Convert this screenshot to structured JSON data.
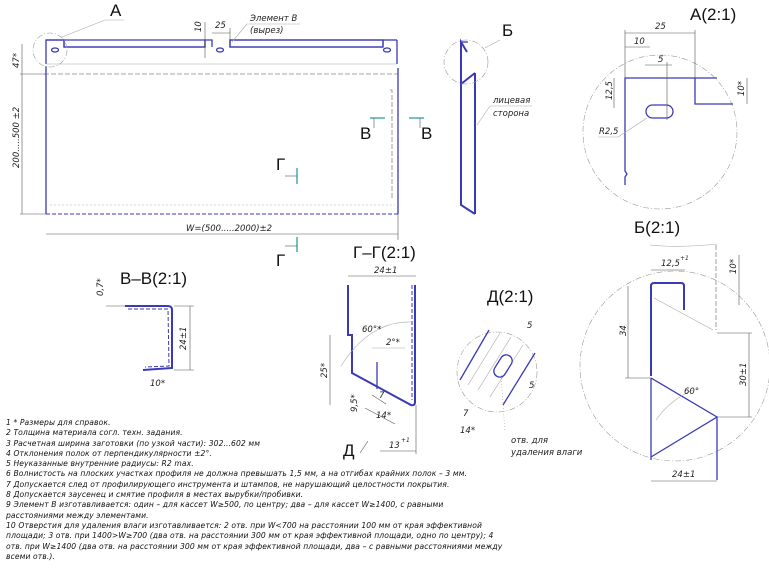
{
  "main_view": {
    "label_a": "А",
    "element_v_line1": "Элемент В",
    "element_v_line2": "(вырез)",
    "dim_10": "10",
    "dim_25": "25",
    "dim_47": "47*",
    "dim_height": "200.....500 ±2",
    "dim_width": "W=(500.....2000)±2",
    "section_v_left": "В",
    "section_v_right": "В",
    "section_g_top": "Г",
    "section_g_bottom": "Г"
  },
  "side_view": {
    "label_b": "Б",
    "face_line1": "лицевая",
    "face_line2": "сторона"
  },
  "detail_a": {
    "title": "А(2:1)",
    "dim_25": "25",
    "dim_10": "10",
    "dim_5": "5",
    "dim_12_5": "12,5",
    "dim_10_ref": "10*",
    "dim_r": "R2,5"
  },
  "section_vv": {
    "title": "В–В(2:1)",
    "dim_07": "0,7*",
    "dim_24": "24±1",
    "dim_10": "10*"
  },
  "section_gg": {
    "title": "Г–Г(2:1)",
    "dim_24": "24±1",
    "dim_60": "60°*",
    "dim_2": "2°*",
    "dim_25": "25*",
    "dim_9_5": "9,5*",
    "dim_7": "7",
    "dim_14": "14*",
    "dim_13": "13",
    "dim_13_tol": "+1",
    "view_d": "Д"
  },
  "detail_d": {
    "title": "Д(2:1)",
    "dim_5a": "5",
    "dim_5b": "5",
    "dim_7": "7",
    "dim_14": "14*",
    "note_line1": "отв. для",
    "note_line2": "удаления влаги"
  },
  "detail_b": {
    "title": "Б(2:1)",
    "dim_12_5": "12,5",
    "dim_12_5_tol": "+1",
    "dim_10": "10*",
    "dim_34": "34",
    "dim_60": "60°",
    "dim_30": "30±1",
    "dim_24": "24±1"
  },
  "notes": [
    "1 * Размеры для справок.",
    "2 Толщина материала согл. техн. задания.",
    "3 Расчетная ширина заготовки (по узкой части): 302...602 мм",
    "4 Отклонения полок от перпендикулярности ±2°.",
    "5 Неуказанные внутренние радиусы: R2 max.",
    "6 Волнистость на плоских участках профиля не должна превышать 1,5 мм, а на отгибах крайних полок – 3 мм.",
    "7 Допускается след от профилирующего инструмента и штампов, не нарушающий целостности покрытия.",
    "8 Допускается заусенец и смятие профиля в местах вырубки/пробивки.",
    "9 Элемент В изготавливается: один – для кассет W≥500, по центру; два – для кассет W≥1400, с равными",
    "расстояниями между элементами.",
    "10 Отверстия для удаления влаги изготавливается: 2 отв. при W<700 на расстоянии 100 мм от края эффективной",
    "площади; 3 отв. при 1400>W≥700 (два отв. на расстоянии 300 мм от края эффективной площади, одно по центру); 4",
    "отв. при W≥1400 (два отв. на расстоянии 300 мм от края эффективной площади, два – с равными расстояниями между",
    "всеми отв.)."
  ],
  "colors": {
    "outline": "#3a3ab8",
    "section_mark": "#3aa8a0"
  }
}
